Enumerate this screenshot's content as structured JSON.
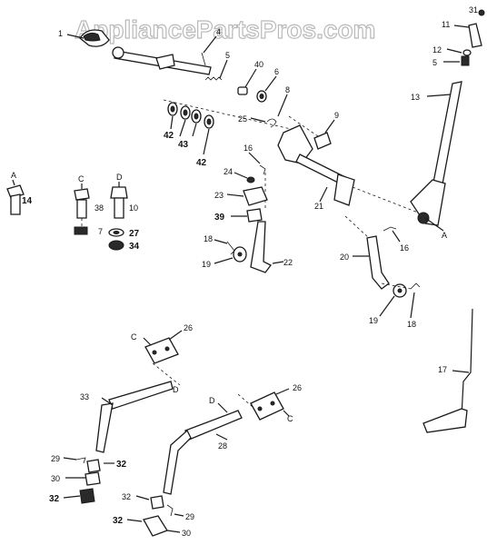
{
  "watermark": "AppliancePartsPros.com",
  "callouts": {
    "c1": "1",
    "c4": "4",
    "c5a": "5",
    "c40": "40",
    "c6": "6",
    "c8": "8",
    "c31": "31",
    "c11": "11",
    "c12": "12",
    "c5b": "5",
    "c13": "13",
    "c25": "25",
    "c9": "9",
    "c42a": "42",
    "c43": "43",
    "c42b": "42",
    "c16a": "16",
    "c24": "24",
    "c21": "21",
    "c23": "23",
    "c39": "39",
    "cA1": "A",
    "c14": "14",
    "cC1": "C",
    "c38": "38",
    "cD1": "D",
    "c10": "10",
    "c7": "7",
    "c27": "27",
    "c34": "34",
    "c18a": "18",
    "c19a": "19",
    "c22": "22",
    "c20": "20",
    "c16b": "16",
    "cA2": "A",
    "c19b": "19",
    "c18b": "18",
    "c17": "17",
    "cC2": "C",
    "c26a": "26",
    "cD2": "D",
    "c33": "33",
    "cD3": "D",
    "c26b": "26",
    "cC3": "C",
    "c28": "28",
    "c29a": "29",
    "c32a": "32",
    "c30a": "30",
    "c32b": "32",
    "c32c": "32",
    "c29b": "29",
    "c32d": "32",
    "c30b": "30"
  }
}
